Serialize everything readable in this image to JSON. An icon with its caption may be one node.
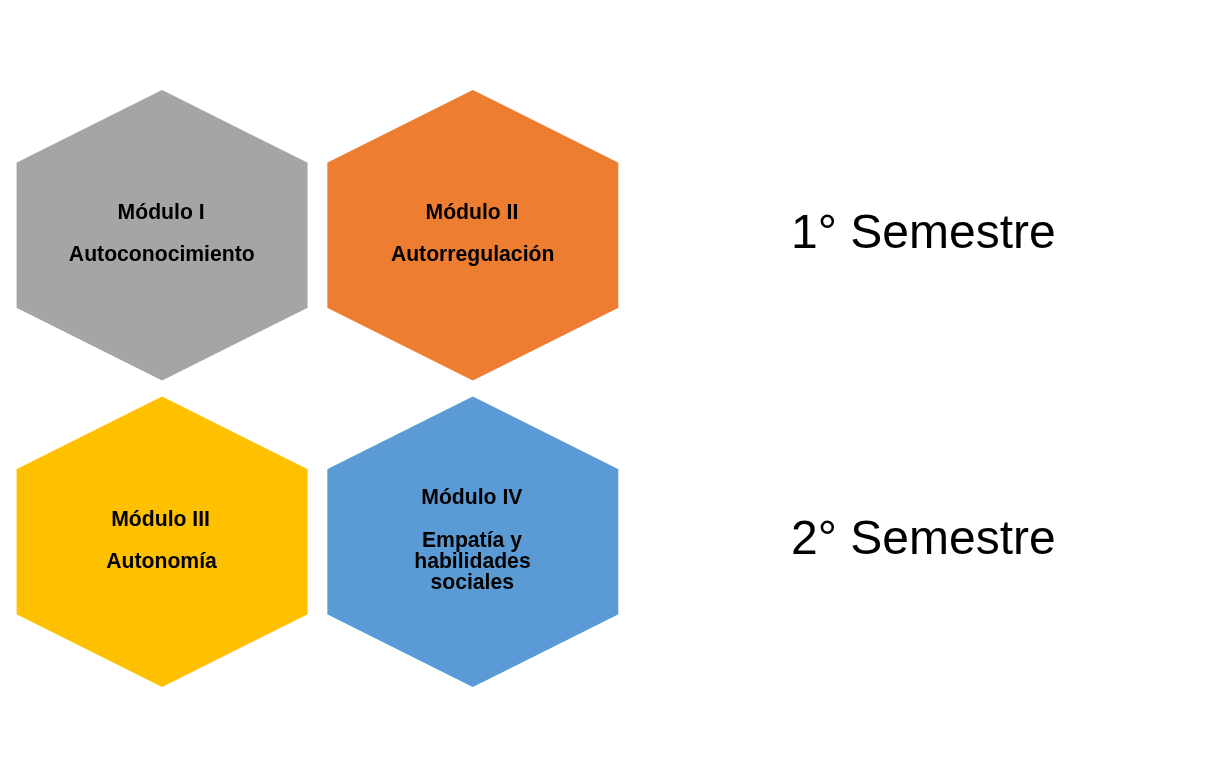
{
  "diagram": {
    "nodes": [
      {
        "text": [
          "Módulo I",
          "Autoconocimiento"
        ]
      },
      {
        "text": [
          "Módulo II",
          "Autorregulación"
        ]
      },
      {
        "text": [
          "Módulo III",
          "Autonomía"
        ]
      },
      {
        "text": [
          "Módulo IV",
          "Empatía y habilidades sociales"
        ]
      }
    ],
    "edges": [],
    "labels": [
      "1° Semestre",
      "2° Semestre"
    ]
  }
}
